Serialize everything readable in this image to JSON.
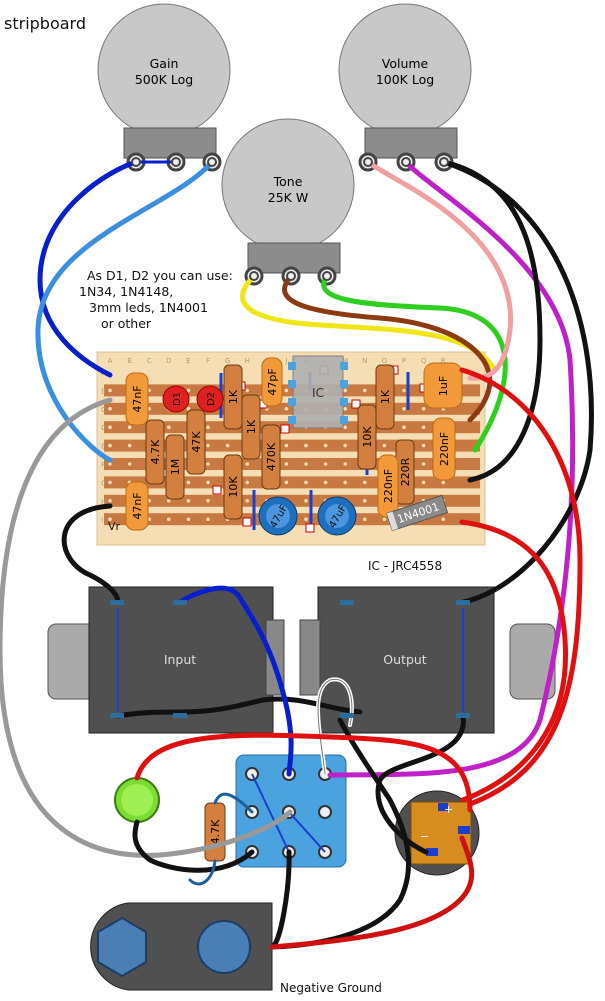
{
  "title": "stripboard",
  "pots": [
    {
      "name": "Gain",
      "value": "500K Log"
    },
    {
      "name": "Volume",
      "value": "100K Log"
    },
    {
      "name": "Tone",
      "value": "25K W"
    }
  ],
  "note": [
    "As D1, D2 you can use:",
    "1N34, 1N4148,",
    "3mm leds, 1N4001",
    "or other"
  ],
  "columns": [
    "A",
    "B",
    "C",
    "D",
    "E",
    "F",
    "G",
    "H",
    "I",
    "J",
    "K",
    "L",
    "M",
    "N",
    "O",
    "P",
    "Q",
    "R"
  ],
  "rows": [
    "A",
    "B",
    "C",
    "D",
    "E",
    "F",
    "G",
    "H",
    "I"
  ],
  "components": {
    "c1": "47nF",
    "c2": "47nF",
    "d1": "D1",
    "d2": "D2",
    "r_47k_a": "4.7K",
    "r_1m": "1M",
    "r_47k_b": "47K",
    "r_1k_a": "1K",
    "r_1k_b": "1K",
    "r_10k_a": "10K",
    "c_47pf": "47pF",
    "r_470k": "470K",
    "ic": "IC",
    "r_10k_b": "10K",
    "r_1k_c": "1K",
    "c_220nf_a": "220nF",
    "r_220r": "220R",
    "c_220nf_b": "220nF",
    "c_1uf": "1uF",
    "e_47uf_a": "47uF",
    "e_47uf_b": "47uF",
    "diode": "1N4001",
    "vr": "Vr",
    "r_led": "4.7K"
  },
  "ic_label": "IC - JRC4558",
  "jacks": {
    "input": "Input",
    "output": "Output"
  },
  "battery_label": "Negative Ground",
  "dc_polarity": {
    "plus": "+",
    "minus": "−"
  },
  "colors": {
    "pot": "#c8c8c8",
    "board": "#f5deb3",
    "strip": "#c87941",
    "enclosure": "#505050"
  }
}
